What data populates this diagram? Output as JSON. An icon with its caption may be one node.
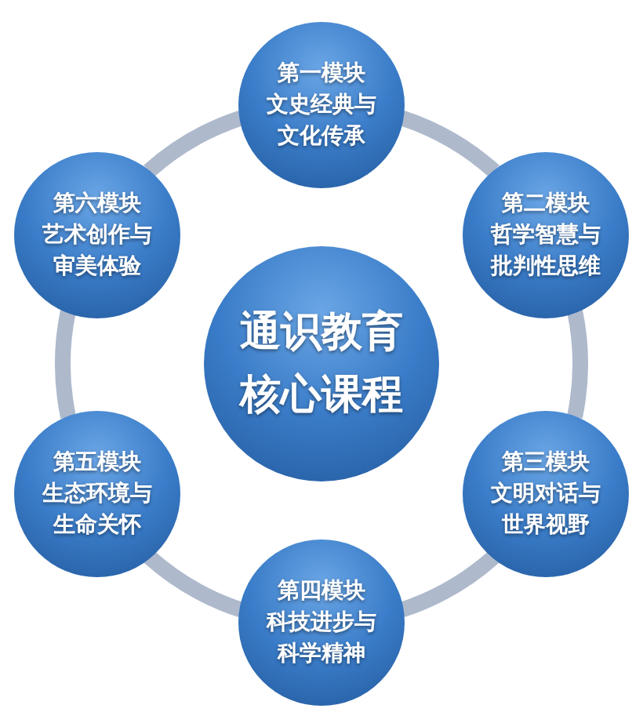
{
  "diagram": {
    "nodes": [
      {
        "text": [
          "通识教育核心课程"
        ]
      },
      {
        "text": [
          "第一模块",
          "文史经典与文化传承"
        ]
      },
      {
        "text": [
          "第二模块",
          "哲学智慧与批判性思维"
        ]
      },
      {
        "text": [
          "第三模块",
          "文明对话与世界视野"
        ]
      },
      {
        "text": [
          "第四模块",
          "科技进步与科学精神"
        ]
      },
      {
        "text": [
          "第五模块",
          "生态环境与生命关怀"
        ]
      },
      {
        "text": [
          "第六模块",
          "艺术创作与审美体验"
        ]
      }
    ],
    "edges": [
      {
        "from": 1,
        "to": 2,
        "arrow": "none"
      },
      {
        "from": 2,
        "to": 3,
        "arrow": "none"
      },
      {
        "from": 3,
        "to": 4,
        "arrow": "none"
      },
      {
        "from": 4,
        "to": 5,
        "arrow": "none"
      },
      {
        "from": 5,
        "to": 6,
        "arrow": "none"
      },
      {
        "from": 6,
        "to": 1,
        "arrow": "none"
      }
    ]
  }
}
